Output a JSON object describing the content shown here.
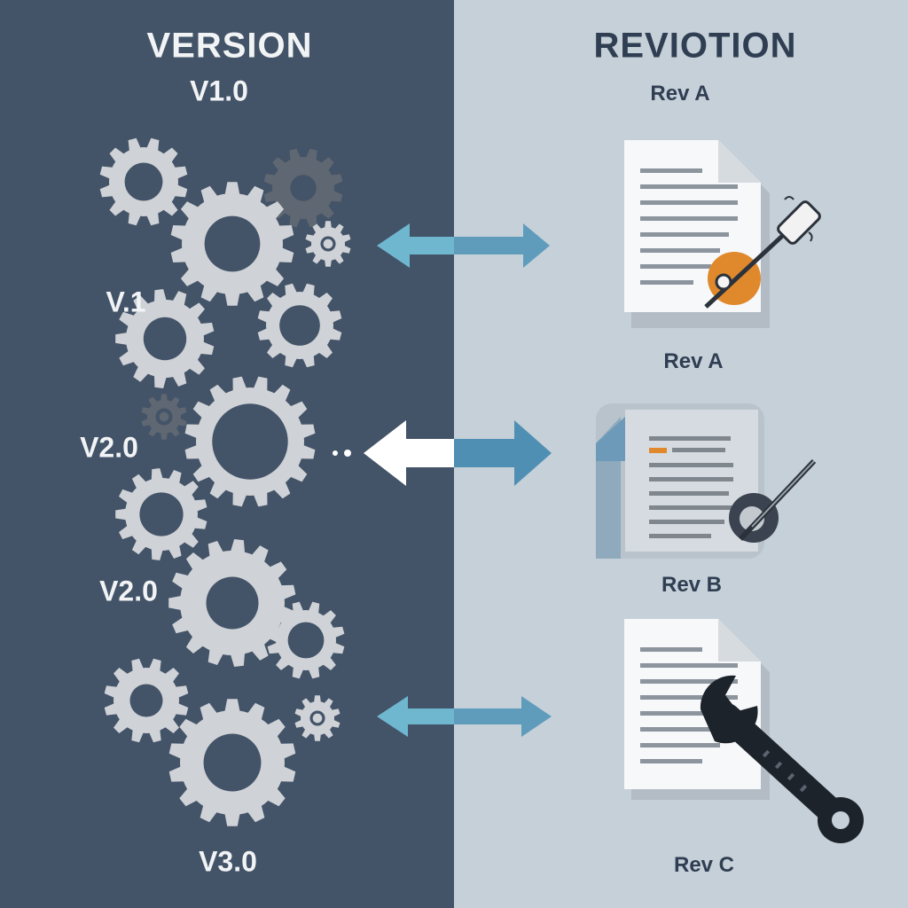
{
  "colors": {
    "left_bg": "#435368",
    "right_bg": "#c6d0d8",
    "gear_light": "#cfd2d6",
    "gear_dark": "#5e6772",
    "arrow_blue": "#5f9cbc",
    "arrow_teal": "#6fb7cf",
    "accent_orange": "#e0892c",
    "text_light": "#f1f3f5",
    "text_dark": "#2f3e52",
    "wrench": "#1d232b"
  },
  "left": {
    "heading": "VERSION",
    "versions": [
      "V1.0",
      "V.1",
      "V2.0",
      "V2.0",
      "V3.0"
    ]
  },
  "right": {
    "heading": "REVIOTION",
    "revisions": [
      "Rev A",
      "Rev A",
      "Rev B",
      "Rev C"
    ]
  },
  "icons": [
    "gear-icon",
    "document-icon",
    "pen-tool-icon",
    "wrench-icon",
    "double-arrow-icon"
  ]
}
